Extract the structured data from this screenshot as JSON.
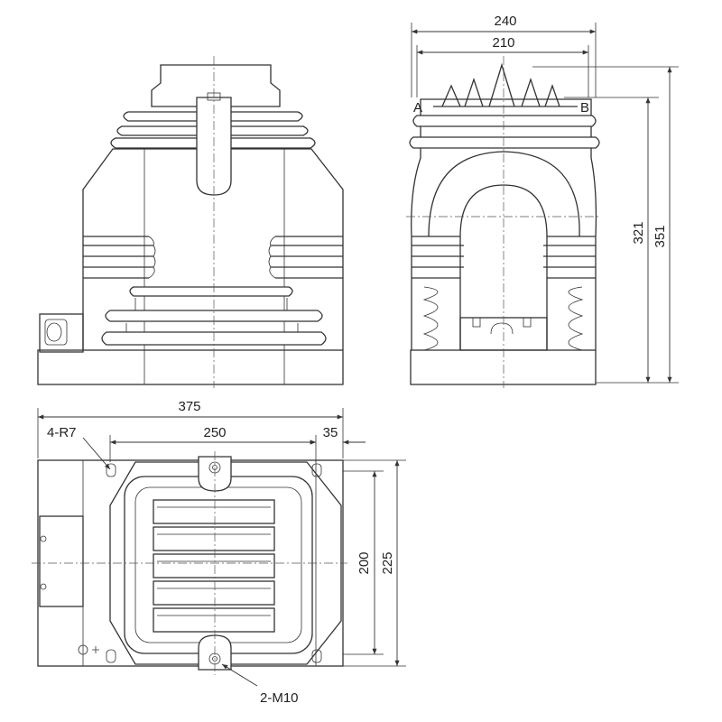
{
  "dimensions": {
    "top_width_outer": "240",
    "top_width_inner": "210",
    "side_height_inner": "321",
    "side_height_outer": "351",
    "plan_length": "375",
    "plan_hole_spacing": "250",
    "plan_edge_offset": "35",
    "plan_height_inner": "200",
    "plan_height_outer": "225"
  },
  "callouts": {
    "corner_radius": "4-R7",
    "mounting_bolts": "2-M10"
  },
  "terminals": {
    "a": "A",
    "b": "B"
  },
  "colors": {
    "line": "#333333",
    "background": "#ffffff"
  }
}
